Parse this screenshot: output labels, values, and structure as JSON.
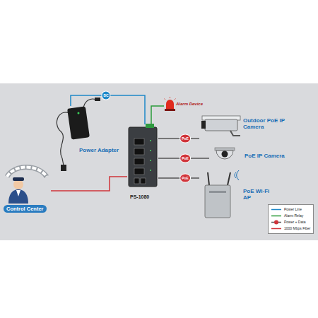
{
  "diagram": {
    "nodes": [
      {
        "text": [
          "Power Adapter"
        ]
      },
      {
        "text": [
          "Alarm Device"
        ]
      },
      {
        "text": [
          "PS-1080"
        ]
      },
      {
        "text": [
          "Outdoor PoE IP Camera"
        ]
      },
      {
        "text": [
          "PoE IP Camera"
        ]
      },
      {
        "text": [
          "PoE Wi-Fi AP"
        ]
      },
      {
        "text": [
          "Control Center"
        ]
      }
    ],
    "edges": [
      {
        "from": 0,
        "to": 2,
        "label": "DC",
        "arrow": "none"
      },
      {
        "from": 2,
        "to": 1,
        "arrow": "none"
      },
      {
        "from": 2,
        "to": 3,
        "label": "PoE",
        "arrow": "none"
      },
      {
        "from": 2,
        "to": 4,
        "label": "PoE",
        "arrow": "none"
      },
      {
        "from": 2,
        "to": 5,
        "label": "PoE",
        "arrow": "none"
      },
      {
        "from": 2,
        "to": 6,
        "arrow": "none"
      }
    ],
    "legend": [
      {
        "text": "Power Line"
      },
      {
        "text": "Alarm Relay"
      },
      {
        "text": "Power + Data"
      },
      {
        "text": "1000 Mbps Fiber"
      }
    ]
  }
}
